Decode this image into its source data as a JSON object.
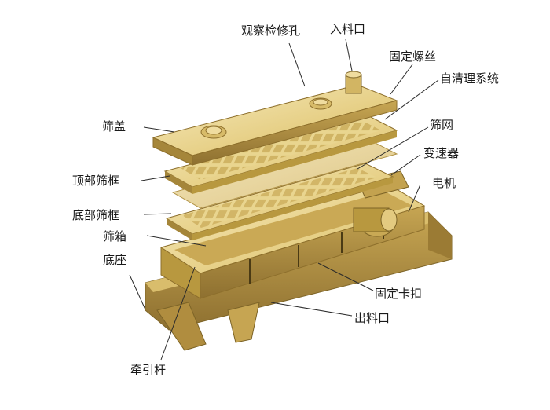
{
  "labels": {
    "inspection_hole": "观察检修孔",
    "feed_inlet": "入料口",
    "fixing_screw": "固定螺丝",
    "self_cleaning": "自清理系统",
    "screen_cover": "筛盖",
    "screen_mesh": "筛网",
    "gearbox": "变速器",
    "top_frame": "顶部筛框",
    "motor": "电机",
    "bottom_frame": "底部筛框",
    "screen_box": "筛箱",
    "base": "底座",
    "fixing_clip": "固定卡扣",
    "discharge": "出料口",
    "traction_rod": "牵引杆"
  },
  "colors": {
    "gold_light": "#f3e2a6",
    "gold_mid": "#dcc06f",
    "gold_dark": "#a8873a",
    "gold_shadow": "#7d6427"
  }
}
